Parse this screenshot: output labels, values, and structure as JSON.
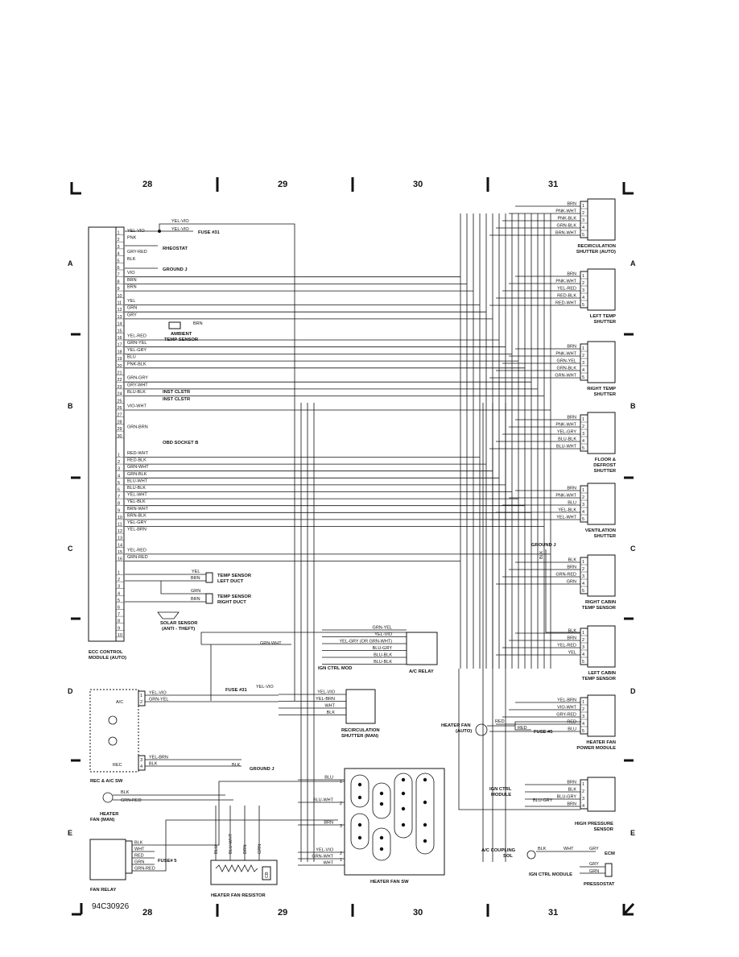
{
  "columns": [
    "28",
    "29",
    "30",
    "31"
  ],
  "rows": [
    "A",
    "B",
    "C",
    "D",
    "E"
  ],
  "doc_code": "94C30926",
  "ecc_module": {
    "label": [
      "ECC CONTROL",
      "MODULE (AUTO)"
    ],
    "upper_pins": [
      {
        "n": "1",
        "w": "YEL-VIO"
      },
      {
        "n": "2",
        "w": "PNK"
      },
      {
        "n": "3",
        "w": ""
      },
      {
        "n": "4",
        "w": "GRY-RED"
      },
      {
        "n": "5",
        "w": "BLK"
      },
      {
        "n": "6",
        "w": ""
      },
      {
        "n": "7",
        "w": "VIO"
      },
      {
        "n": "8",
        "w": "BRN"
      },
      {
        "n": "9",
        "w": "BRN"
      },
      {
        "n": "10",
        "w": ""
      },
      {
        "n": "11",
        "w": "YEL"
      },
      {
        "n": "12",
        "w": "GRN"
      },
      {
        "n": "13",
        "w": "GRY"
      },
      {
        "n": "14",
        "w": ""
      },
      {
        "n": "15",
        "w": ""
      },
      {
        "n": "16",
        "w": "YEL-RED"
      },
      {
        "n": "17",
        "w": "GRN-YEL"
      },
      {
        "n": "18",
        "w": "YEL-GRY"
      },
      {
        "n": "19",
        "w": "BLU"
      },
      {
        "n": "20",
        "w": "PNK-BLK"
      },
      {
        "n": "21",
        "w": ""
      },
      {
        "n": "22",
        "w": "GRN-GRY"
      },
      {
        "n": "23",
        "w": "GRY-WHT"
      },
      {
        "n": "24",
        "w": "BLU-BLK"
      },
      {
        "n": "25",
        "w": ""
      },
      {
        "n": "26",
        "w": "VIO-WHT"
      },
      {
        "n": "27",
        "w": ""
      },
      {
        "n": "28",
        "w": ""
      },
      {
        "n": "29",
        "w": "GRN-BRN"
      },
      {
        "n": "30",
        "w": ""
      }
    ],
    "lower_pins": [
      {
        "n": "1",
        "w": "RED-WHT"
      },
      {
        "n": "2",
        "w": "RED-BLK"
      },
      {
        "n": "3",
        "w": "GRN-WHT"
      },
      {
        "n": "4",
        "w": "GRN-BLK"
      },
      {
        "n": "5",
        "w": "BLU-WHT"
      },
      {
        "n": "6",
        "w": "BLU-BLK"
      },
      {
        "n": "7",
        "w": "YEL-WHT"
      },
      {
        "n": "8",
        "w": "YEL-BLK"
      },
      {
        "n": "9",
        "w": "BRN-WHT"
      },
      {
        "n": "10",
        "w": "BRN-BLK"
      },
      {
        "n": "11",
        "w": "YEL-GRY"
      },
      {
        "n": "12",
        "w": "YEL-BRN"
      },
      {
        "n": "13",
        "w": ""
      },
      {
        "n": "14",
        "w": ""
      },
      {
        "n": "15",
        "w": "YEL-RED"
      },
      {
        "n": "16",
        "w": "GRN-RED"
      }
    ],
    "bottom_pins": [
      "1",
      "2",
      "3",
      "4",
      "5",
      "6",
      "7",
      "8",
      "9",
      "10"
    ]
  },
  "notes": {
    "yel_vio_top": "YEL-VIO",
    "yel_vio_2": "YEL-VIO",
    "fuse31": "FUSE #31",
    "rheostat": "RHEOSTAT",
    "ground_j": "GROUND J",
    "brn": "BRN",
    "ambient": [
      "AMBIENT",
      "TEMP SENSOR"
    ],
    "inst_clstr_1": "INST CLSTR",
    "inst_clstr_2": "INST CLSTR",
    "obd": "OBD SOCKET B",
    "temp_left": [
      "TEMP SENSOR",
      "LEFT DUCT"
    ],
    "temp_right": [
      "TEMP SENSOR",
      "RIGHT DUCT"
    ],
    "solar": [
      "SOLAR SENSOR",
      "(ANTI - THEFT)"
    ],
    "yel": "YEL",
    "brn_l": "BRN",
    "grn_l": "GRN",
    "brn_r": "BRN"
  },
  "recirc_auto": {
    "label": [
      "RECIRCULATION",
      "SHUTTER (AUTO)"
    ],
    "wires": [
      "BRN",
      "PNK-WHT",
      "PNK-BLK",
      "GRN-BLK",
      "BRN-WHT"
    ],
    "pins": [
      "1",
      "2",
      "3",
      "4",
      "5"
    ]
  },
  "left_temp_shutter": {
    "label": [
      "LEFT TEMP",
      "SHUTTER"
    ],
    "wires": [
      "BRN",
      "PNK-WHT",
      "YEL-RED",
      "RED-BLK",
      "RED-WHT"
    ],
    "pins": [
      "1",
      "2",
      "3",
      "4",
      "5"
    ]
  },
  "right_temp_shutter": {
    "label": [
      "RIGHT TEMP",
      "SHUTTER"
    ],
    "wires": [
      "BRN",
      "PNK-WHT",
      "GRN-YEL",
      "GRN-BLK",
      "GRN-WHT"
    ],
    "pins": [
      "1",
      "2",
      "3",
      "4",
      "5"
    ]
  },
  "floor_defrost": {
    "label": [
      "FLOOR &",
      "DEFROST",
      "SHUTTER"
    ],
    "wires": [
      "BRN",
      "PNK-WHT",
      "YEL-GRY",
      "BLU-BLK",
      "BLU-WHT"
    ],
    "pins": [
      "1",
      "2",
      "3",
      "4",
      "5"
    ]
  },
  "ventilation": {
    "label": [
      "VENTILATION",
      "SHUTTER"
    ],
    "wires": [
      "BRN",
      "PNK-WHT",
      "BLU",
      "YEL-BLK",
      "YEL-WHT"
    ],
    "pins": [
      "1",
      "2",
      "3",
      "4",
      "5"
    ]
  },
  "right_cabin": {
    "label": [
      "RIGHT CABIN",
      "TEMP SENSOR"
    ],
    "ground": "GROUND J",
    "gwire": "BLK",
    "wires": [
      "BLK",
      "BRN",
      "GRN-RED",
      "GRN"
    ],
    "pins": [
      "1",
      "2",
      "3",
      "4",
      "5"
    ]
  },
  "left_cabin": {
    "label": [
      "LEFT CABIN",
      "TEMP SENSOR"
    ],
    "wires": [
      "BLK",
      "BRN",
      "YEL-RED",
      "YEL"
    ],
    "pins": [
      "1",
      "2",
      "3",
      "4",
      "5"
    ]
  },
  "ac_relay": {
    "label": "A/C RELAY",
    "ign": "IGN CTRL MOD",
    "wires": [
      "GRN-YEL",
      "YEL-VIO",
      "YEL-GRY (OR GRN-WHT)",
      "BLU-GRY",
      "BLU-BLK",
      "BLU-BLK"
    ],
    "grn_wht": "GRN-WHT"
  },
  "recirc_man": {
    "label": [
      "RECIRCULATION",
      "SHUTTER (MAN)"
    ],
    "fuse": "FUSE #31",
    "fuse_wire": "YEL-VIO",
    "wires": [
      "YEL-VIO",
      "YEL-BRN",
      "WHT",
      "BLK"
    ]
  },
  "rec_sw": {
    "label": "REC & A/C SW",
    "ac": "A/C",
    "rec": "REC",
    "pins": [
      "1",
      "2",
      "3",
      "4"
    ],
    "wires": [
      "YEL-VIO",
      "GRN-YEL",
      "YEL-BRN",
      "BLK"
    ],
    "blk": "BLK",
    "ground": "GROUND J"
  },
  "heater_fan_auto": {
    "label": [
      "HEATER FAN",
      "(AUTO)"
    ],
    "red": "RED",
    "red2": "RED",
    "fuse": "FUSE #5"
  },
  "heater_fan_pm": {
    "label": [
      "HEATER FAN",
      "POWER MODULE"
    ],
    "wires": [
      "YEL-BRN",
      "VIO-WHT",
      "GRY-RED",
      "RED",
      "BLU"
    ],
    "pins": [
      "1",
      "2",
      "3",
      "4",
      "5"
    ]
  },
  "high_pressure": {
    "label": [
      "HIGH PRESSURE",
      "SENSOR"
    ],
    "ign": [
      "IGN CTRL",
      "MODULE"
    ],
    "wires": [
      "BRN",
      "BLK",
      "BLU-GRY",
      "BRN"
    ],
    "extra": "BLU-GRY",
    "pins": [
      "1",
      "2",
      "3",
      "4"
    ]
  },
  "heater_fan_man": {
    "label": [
      "HEATER",
      "FAN (MAN)"
    ],
    "wires": [
      "BLK",
      "GRN-RED"
    ]
  },
  "fan_relay": {
    "label": "FAN RELAY",
    "wires": [
      "BLK",
      "WHT",
      "RED",
      "GRN",
      "GRN-RED"
    ],
    "fuse": "FUSE# 5"
  },
  "resistor": {
    "label": "HEATER FAN RESISTOR",
    "wires": [
      "BLU",
      "BLU-WHT",
      "BRN",
      "GRN"
    ],
    "cb": "CB"
  },
  "heater_fan_sw": {
    "label": "HEATER FAN SW",
    "wires": [
      "BLU",
      "BLU-WHT",
      "BRN",
      "YEL-VIO",
      "GRN-WHT",
      "WHT"
    ],
    "pins": [
      "1",
      "2",
      "3",
      "2",
      "1"
    ]
  },
  "ac_coupling": {
    "label": [
      "A/C COUPLING",
      "SOL"
    ],
    "w1": "BLK",
    "w2": "WHT",
    "w3": "GRY",
    "ecm": "ECM",
    "gry": "GRY",
    "grn": "GRN",
    "ign": "IGN CTRL MODULE",
    "presso": "PRESSOSTAT"
  }
}
